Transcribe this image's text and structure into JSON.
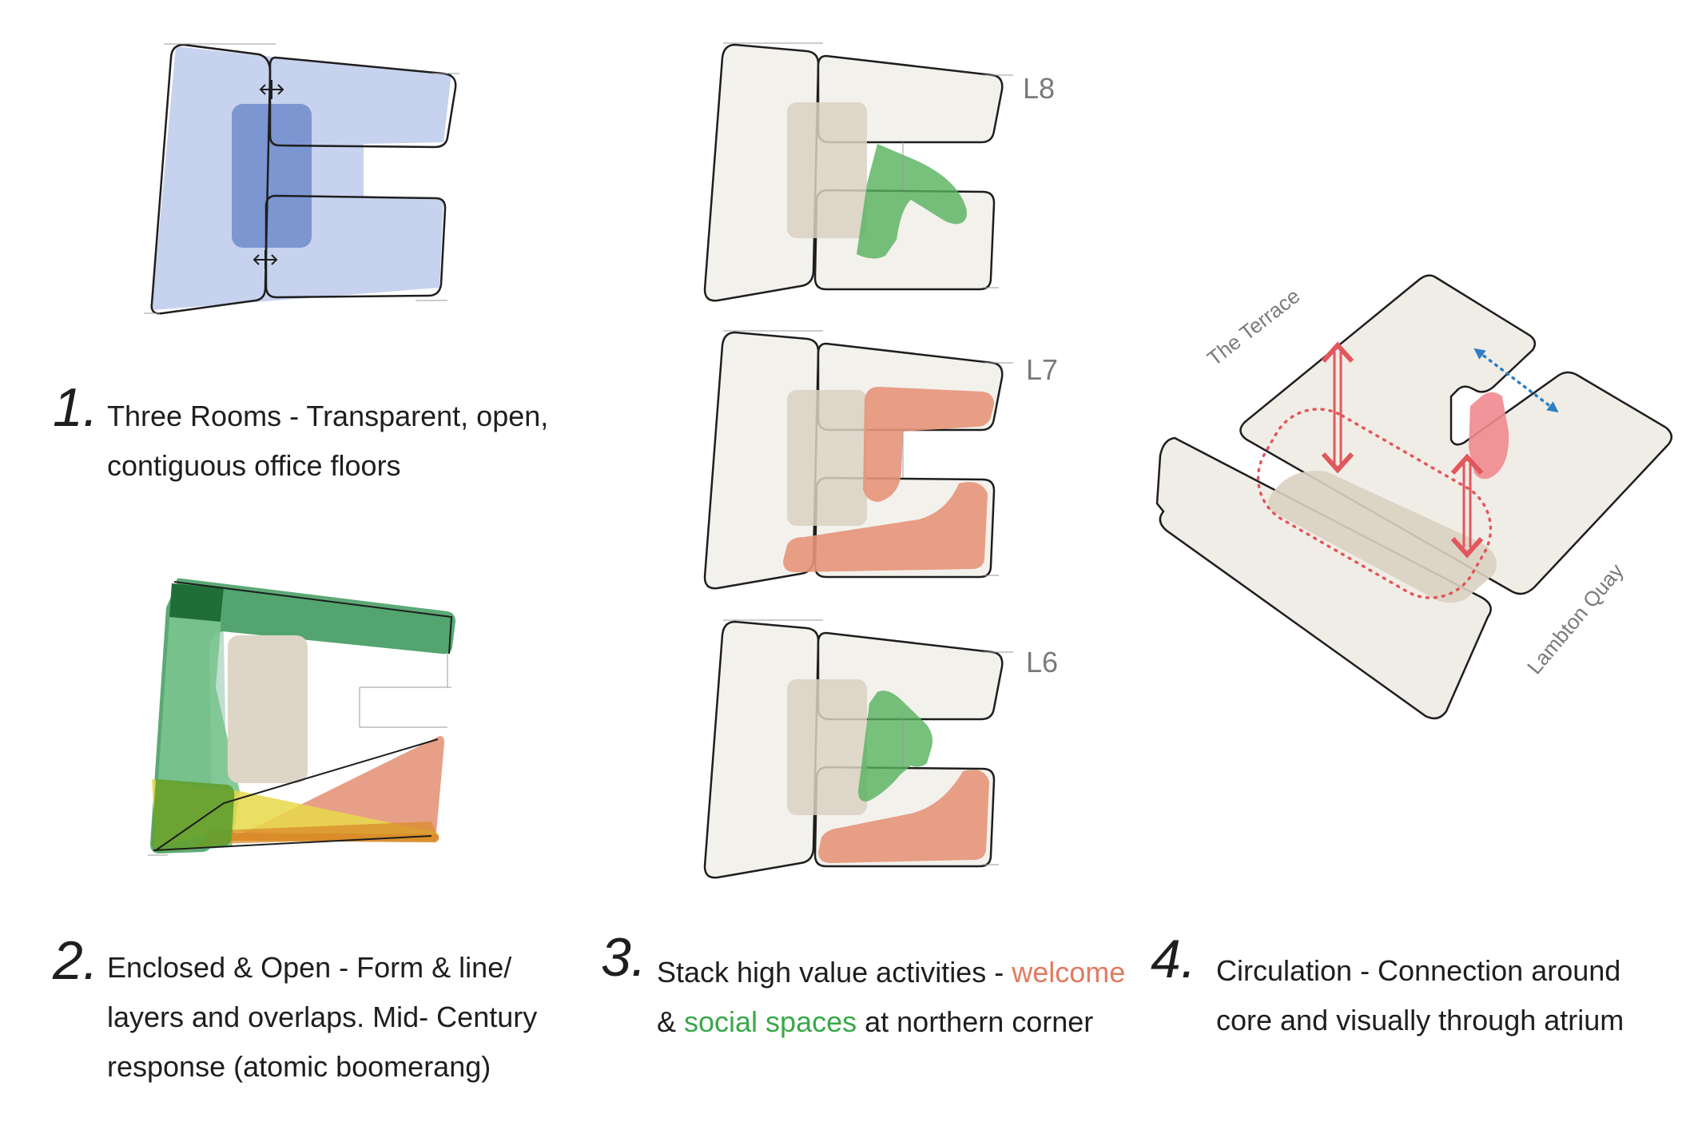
{
  "colors": {
    "room_blue": "#c7d2ee",
    "core_blue": "#6e8ccc",
    "core_beige": "#d9d1c2",
    "floor_fill": "#f3f1ec",
    "green": "#3d9a5b",
    "social_green": "#6bbd67",
    "welcome_salmon": "#e5957a",
    "yellow": "#e8d84a",
    "orange": "#d98c2a",
    "circulation_red": "#e2575c",
    "visual_blue": "#2f7ec4"
  },
  "icons": {
    "double_arrow": "horizontal-double-arrow-icon"
  },
  "diagram1": {
    "number": "1.",
    "line1": "Three Rooms - Transparent, open,",
    "line2": "contiguous office floors"
  },
  "diagram2": {
    "number": "2.",
    "line1": "Enclosed & Open - Form & line/",
    "line2": "layers and overlaps. Mid- Century",
    "line3": "response (atomic boomerang)"
  },
  "diagram3": {
    "number": "3.",
    "line1_prefix": "Stack high value activities - ",
    "line1_welcome": "welcome",
    "line2_prefix": "& ",
    "line2_social": "social spaces",
    "line2_suffix": " at northern corner",
    "levels": [
      "L8",
      "L7",
      "L6"
    ]
  },
  "diagram4": {
    "number": "4.",
    "line1": "Circulation - Connection around",
    "line2": "core and visually through atrium",
    "street_left": "The Terrace",
    "street_right": "Lambton Quay"
  }
}
